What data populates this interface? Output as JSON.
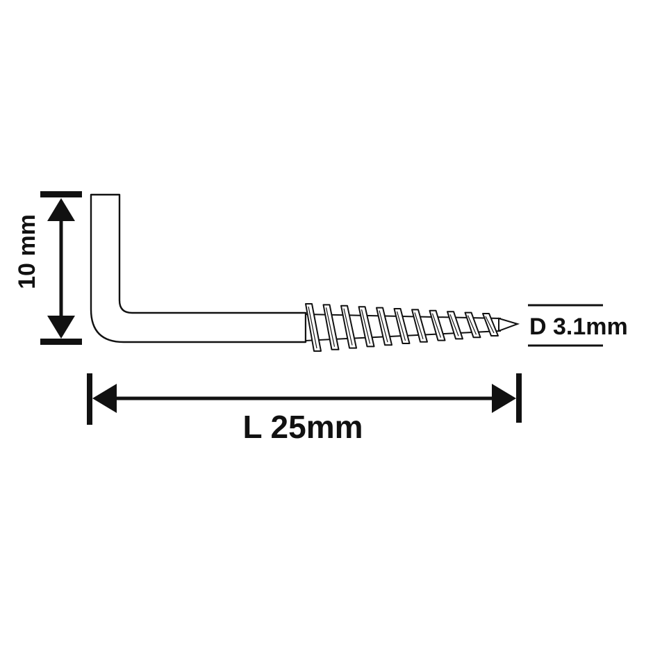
{
  "dimensions": {
    "height_label": "10 mm",
    "diameter_label": "D 3.1mm",
    "length_label": "L 25mm"
  },
  "colors": {
    "ink": "#111111",
    "background": "#ffffff",
    "screw_fill": "#ffffff"
  },
  "objects": {
    "hook": "square-screw-hook"
  }
}
